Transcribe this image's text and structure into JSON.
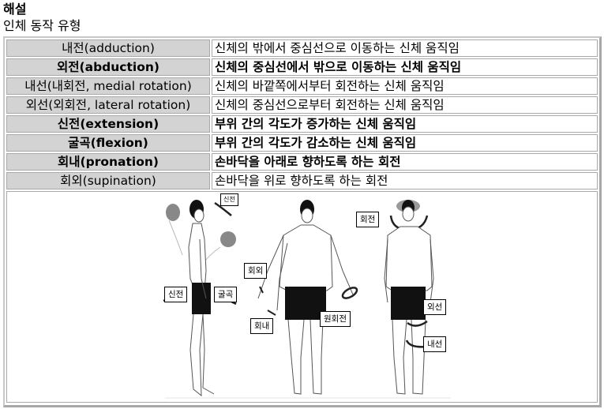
{
  "header": {
    "title": "해설",
    "subtitle": "인체 동작 유형"
  },
  "table": {
    "rows": [
      {
        "term": "내전(adduction)",
        "description": "신체의 밖에서 중심선으로 이동하는 신체 움직임",
        "bold": false
      },
      {
        "term": "외전(abduction)",
        "description": "신체의 중심선에서 밖으로 이동하는 신체 움직임",
        "bold": true
      },
      {
        "term": "내선(내회전, medial rotation)",
        "description": "신체의 바깥쪽에서부터 회전하는 신체 움직임",
        "bold": false
      },
      {
        "term": "외선(외회전, lateral rotation)",
        "description": "신체의 중심선으로부터 회전하는 신체 움직임",
        "bold": false
      },
      {
        "term": "신전(extension)",
        "description": "부위 간의 각도가 증가하는 신체 움직임",
        "bold": true
      },
      {
        "term": "굴곡(flexion)",
        "description": "부위 간의 각도가 감소하는 신체 움직임",
        "bold": true
      },
      {
        "term": "회내(pronation)",
        "description": "손바닥을 아래로 향하도록 하는 회전",
        "bold": true
      },
      {
        "term": "회외(supination)",
        "description": "손바닥을 위로 향하도록 하는 회전",
        "bold": false
      }
    ]
  },
  "figure": {
    "labels": {
      "neck_extension": "신전",
      "hip_extension": "신전",
      "hip_flexion": "굴곡",
      "supination": "회외",
      "pronation": "회내",
      "circumduction": "원회전",
      "head_rotation": "회전",
      "lateral_rotation": "외선",
      "medial_rotation": "내선"
    }
  }
}
